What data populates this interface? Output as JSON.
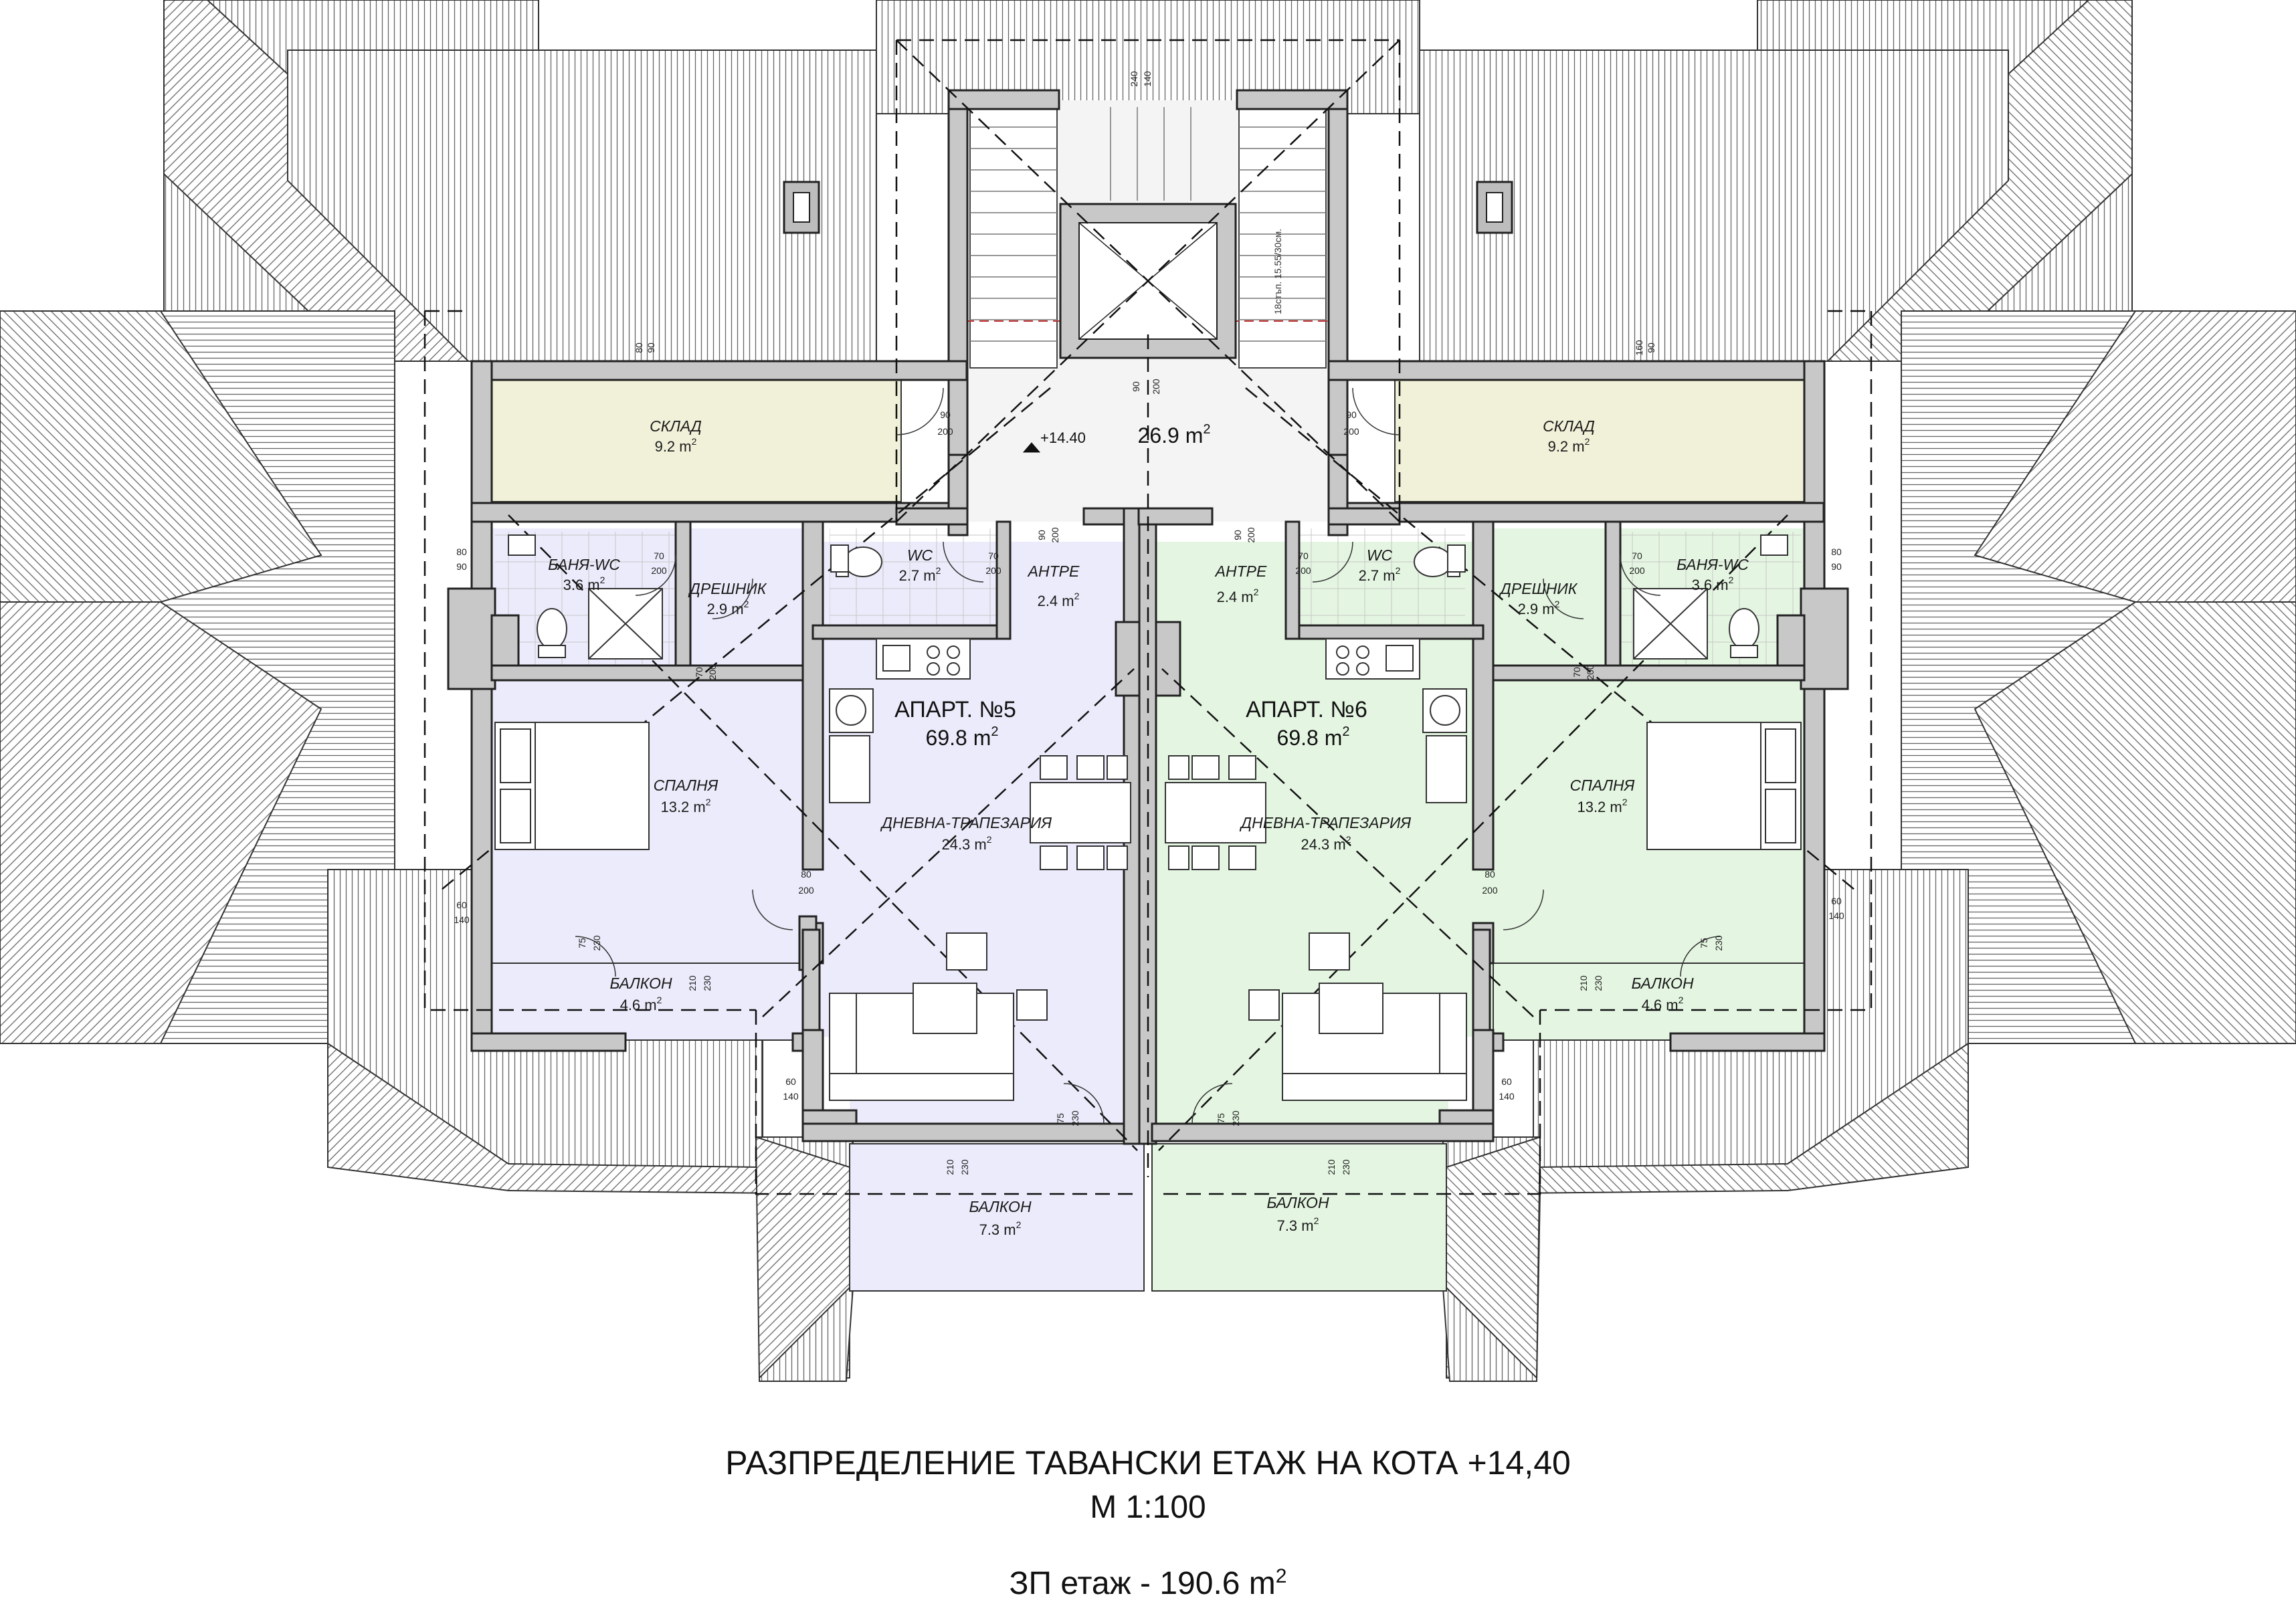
{
  "colors": {
    "storage_fill": "#f1f1d9",
    "apt5_fill": "#ebebfb",
    "apt6_fill": "#e4f6e2",
    "corridor_fill": "#f4f4f4",
    "wall_fill": "#c8c8c8",
    "roof_line": "#555555"
  },
  "rooms": [
    {
      "id": "sklad-left",
      "name": "СКЛАД",
      "area": "9.2 m",
      "unit_sup": "2"
    },
    {
      "id": "sklad-right",
      "name": "СКЛАД",
      "area": "9.2 m",
      "unit_sup": "2"
    },
    {
      "id": "bath-left",
      "name": "БАНЯ-WC",
      "area": "3.6 m",
      "unit_sup": "2"
    },
    {
      "id": "wardrobe-left",
      "name": "ДРЕШНИК",
      "area": "2.9 m",
      "unit_sup": "2"
    },
    {
      "id": "wc-left",
      "name": "WC",
      "area": "2.7 m",
      "unit_sup": "2"
    },
    {
      "id": "antre-left",
      "name": "АНТРЕ",
      "area": "2.4 m",
      "unit_sup": "2"
    },
    {
      "id": "antre-right",
      "name": "АНТРЕ",
      "area": "2.4 m",
      "unit_sup": "2"
    },
    {
      "id": "wc-right",
      "name": "WC",
      "area": "2.7 m",
      "unit_sup": "2"
    },
    {
      "id": "wardrobe-right",
      "name": "ДРЕШНИК",
      "area": "2.9 m",
      "unit_sup": "2"
    },
    {
      "id": "bath-right",
      "name": "БАНЯ-WC",
      "area": "3.6 m",
      "unit_sup": "2"
    },
    {
      "id": "bedroom-left",
      "name": "СПАЛНЯ",
      "area": "13.2 m",
      "unit_sup": "2"
    },
    {
      "id": "bedroom-right",
      "name": "СПАЛНЯ",
      "area": "13.2 m",
      "unit_sup": "2"
    },
    {
      "id": "living-left",
      "name": "ДНЕВНА-ТРАПЕЗАРИЯ",
      "area": "24.3 m",
      "unit_sup": "2"
    },
    {
      "id": "living-right",
      "name": "ДНЕВНА-ТРАПЕЗАРИЯ",
      "area": "24.3 m",
      "unit_sup": "2"
    },
    {
      "id": "balcony-side-left",
      "name": "БАЛКОН",
      "area": "4.6 m",
      "unit_sup": "2"
    },
    {
      "id": "balcony-side-right",
      "name": "БАЛКОН",
      "area": "4.6 m",
      "unit_sup": "2"
    },
    {
      "id": "balcony-front-left",
      "name": "БАЛКОН",
      "area": "7.3 m",
      "unit_sup": "2"
    },
    {
      "id": "balcony-front-right",
      "name": "БАЛКОН",
      "area": "7.3 m",
      "unit_sup": "2"
    }
  ],
  "apartments": [
    {
      "id": "apt5",
      "name": "АПАРТ. №5",
      "area": "69.8 m",
      "unit_sup": "2"
    },
    {
      "id": "apt6",
      "name": "АПАРТ. №6",
      "area": "69.8 m",
      "unit_sup": "2"
    }
  ],
  "corridor": {
    "area": "26.9 m",
    "unit_sup": "2",
    "level": "+14.40"
  },
  "stair_note": "18стъп. 15.55/30см.",
  "dimensions": {
    "top_window": [
      "240",
      "140"
    ],
    "sklad_window": [
      "80",
      "90"
    ],
    "sklad_window_r": [
      "160",
      "90"
    ],
    "door_90_200": [
      "90",
      "200"
    ],
    "door_70_200": [
      "70",
      "200"
    ],
    "door_80_200": [
      "80",
      "200"
    ],
    "win_80_90": [
      "80",
      "90"
    ],
    "win_60_140": [
      "60",
      "140"
    ],
    "door_75_230": [
      "75",
      "230"
    ],
    "door_210_230": [
      "210",
      "230"
    ]
  },
  "caption": {
    "title": "РАЗПРЕДЕЛЕНИЕ ТАВАНСКИ ЕТАЖ НА КОТА +14,40",
    "scale": "М 1:100",
    "area_text": "ЗП етаж - 190.6 m",
    "area_sup": "2"
  }
}
